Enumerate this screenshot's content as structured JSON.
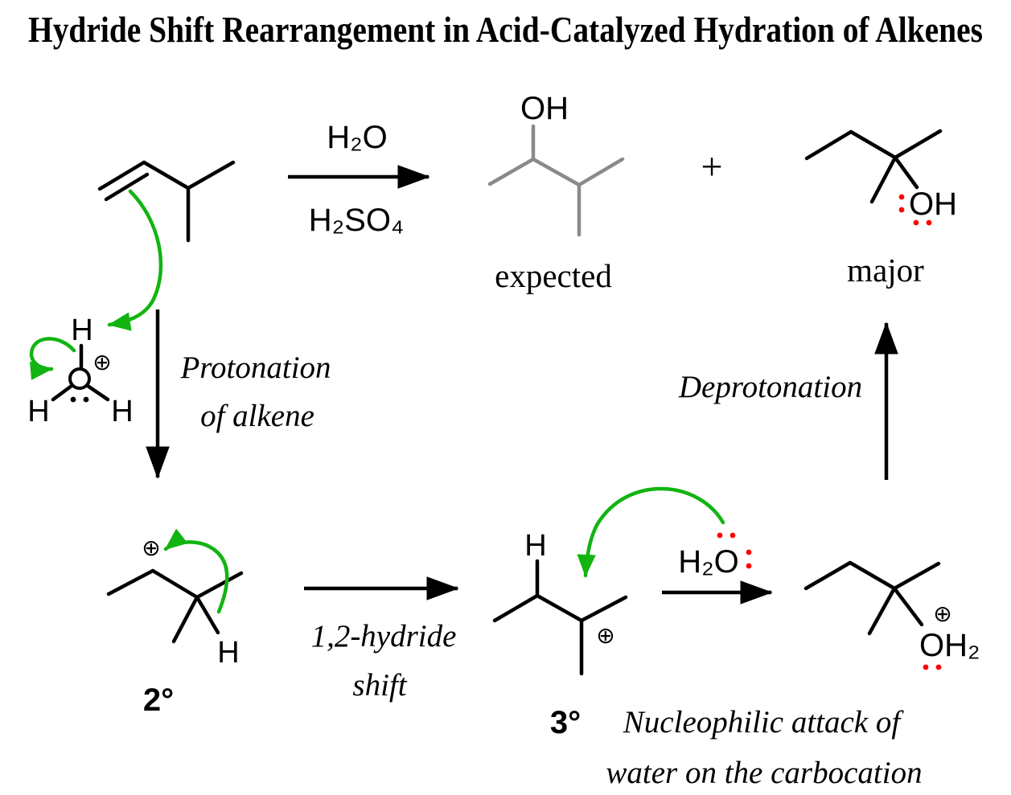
{
  "title": "Hydride Shift Rearrangement in Acid-Catalyzed Hydration of Alkenes",
  "colors": {
    "black": "#000000",
    "gray": "#8a8a8a",
    "red": "#ff0000",
    "blue": "#2121dd",
    "green": "#12b412"
  },
  "top_reaction": {
    "reagent_above": "H₂O",
    "reagent_below": "H₂SO₄",
    "plus": "+"
  },
  "products": {
    "expected_oh": "OH",
    "expected_label": "expected",
    "major_oh": "OH",
    "major_label": "major"
  },
  "steps": {
    "protonation_line1": "Protonation",
    "protonation_line2": "of alkene",
    "hydride_line1": "1,2-hydride",
    "hydride_line2": "shift",
    "deprotonation": "Deprotonation",
    "attack_line1": "Nucleophilic attack of",
    "attack_line2": "water on the carbocation"
  },
  "species": {
    "hydronium": {
      "h_top": "H",
      "h_left": "H",
      "h_right": "H",
      "charge": "⊕"
    },
    "secondary_cation": {
      "label": "2°",
      "h": "H",
      "charge": "⊕"
    },
    "tertiary_cation": {
      "label": "3°",
      "h": "H",
      "charge": "⊕"
    },
    "water_nucleophile": {
      "formula": "H₂O"
    },
    "oxocarbenium": {
      "oh2": "OH₂",
      "charge": "⊕"
    }
  }
}
